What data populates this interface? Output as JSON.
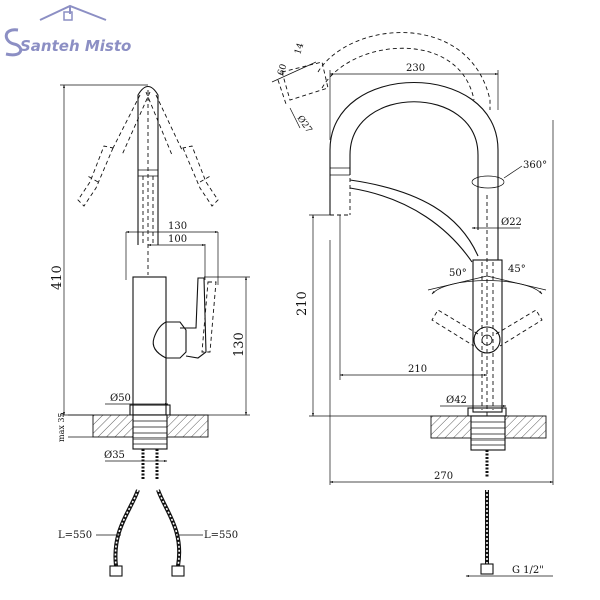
{
  "logo": {
    "brand": "Santeh Misto"
  },
  "left_view": {
    "height_total": "410",
    "reach_outer": "130",
    "reach_inner": "100",
    "handle_height": "130",
    "base_diameter": "Ø50",
    "max_counter": "max 35",
    "thread_diameter": "Ø35",
    "hose_left": "L=550",
    "hose_right": "L=550"
  },
  "right_view": {
    "spout_width": "230",
    "aerator_len": "60",
    "aerator_offset": "14",
    "aerator_diameter": "Ø27",
    "rotation": "360°",
    "pipe_diameter": "Ø22",
    "angle_left": "50°",
    "angle_right": "45°",
    "spout_height": "210",
    "reach": "210",
    "base_diameter": "Ø42",
    "overall_width": "270",
    "thread": "G 1/2\""
  }
}
